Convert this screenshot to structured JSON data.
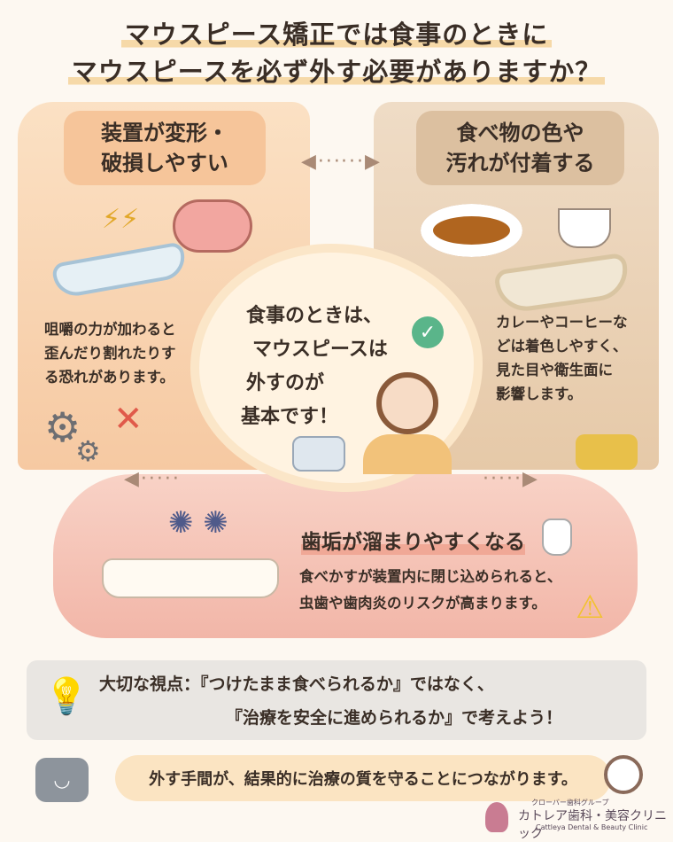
{
  "title": {
    "line1": "マウスピース矯正では食事のときに",
    "line2": "マウスピースを必ず外す必要がありますか？"
  },
  "left_panel": {
    "title_line1": "装置が変形・",
    "title_line2": "破損しやすい",
    "body": [
      "咀嚼の力が加わると",
      "歪んだり割れたりす",
      "る恐れがあります。"
    ],
    "icons": [
      "lightning-icon",
      "mouth-icon",
      "broken-aligner-icon",
      "gear-icon",
      "cross-icon"
    ]
  },
  "right_panel": {
    "title_line1": "食べ物の色や",
    "title_line2": "汚れが付着する",
    "body": [
      "カレーやコーヒーな",
      "どは着色しやすく、",
      "見た目や衛生面に",
      "影響します。"
    ],
    "icons": [
      "curry-icon",
      "coffee-cup-icon",
      "stained-aligner-icon",
      "sponge-icon"
    ]
  },
  "center": {
    "lines": [
      "食事のときは、",
      "マウスピースは",
      "外すのが",
      "基本です！"
    ],
    "icons": [
      "check-icon",
      "woman-icon",
      "aligner-case-icon"
    ]
  },
  "bottom_panel": {
    "title": "歯垢が溜まりやすくなる",
    "body": [
      "食べかすが装置内に閉じ込められると、",
      "虫歯や歯肉炎のリスクが高まります。"
    ],
    "icons": [
      "bacteria-icon",
      "teeth-icon",
      "decayed-tooth-icon",
      "warning-icon"
    ]
  },
  "tip": {
    "line1": "大切な視点：『つけたまま食べられるか』ではなく、",
    "line2": "『治療を安全に進められるか』で考えよう！",
    "icon": "lightbulb-icon"
  },
  "footer": {
    "message": "外す手間が、結果的に治療の質を守ることにつながります。",
    "icons": [
      "robot-icon",
      "clock-icon"
    ]
  },
  "logo": {
    "group": "クローバー歯科グループ",
    "name": "カトレア歯科・美容クリニック",
    "name_en": "Cattleya Dental & Beauty Clinic"
  },
  "colors": {
    "left_panel": "#f8d4b0",
    "right_panel": "#ead3b8",
    "bottom_panel": "#f4c1b2",
    "highlight": "#f6d9a8",
    "warning": "#f2c230",
    "cross": "#e05a4a",
    "check": "#5ab58a"
  }
}
